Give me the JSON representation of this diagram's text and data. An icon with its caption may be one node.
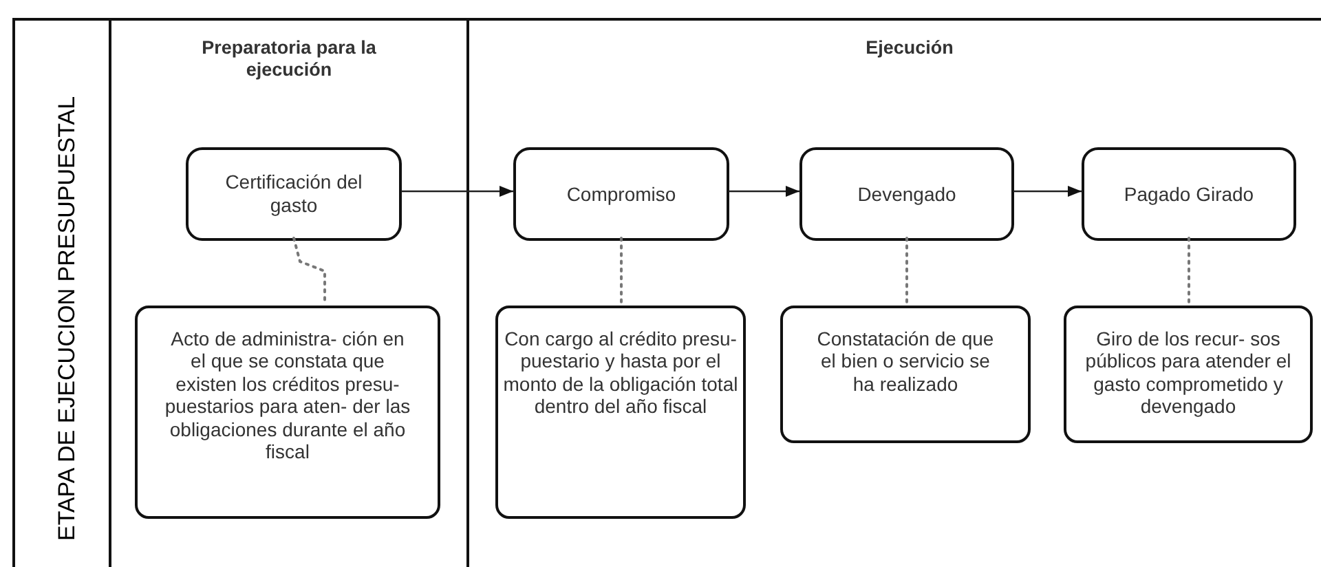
{
  "diagram": {
    "nodes": [
      {
        "text": [
          "Preparatoria para la ejecución"
        ]
      },
      {
        "text": [
          "Ejecución"
        ]
      },
      {
        "text": [
          "Certificación del gasto"
        ],
        "in": 0
      },
      {
        "text": [
          "Acto de administra- ción en el que se constata que existen los créditos presu- puestarios para aten- der las obligaciones durante el año fiscal"
        ],
        "in": 0
      },
      {
        "text": [
          "Compromiso"
        ],
        "in": 1
      },
      {
        "text": [
          "Con cargo al crédito presu- puestario y hasta por el monto de la obligación total dentro del año fiscal"
        ],
        "in": 1
      },
      {
        "text": [
          "Devengado"
        ],
        "in": 1
      },
      {
        "text": [
          "Constatación de que el bien o servicio se ha realizado"
        ],
        "in": 1
      },
      {
        "text": [
          "Pagado Girado"
        ],
        "in": 1
      },
      {
        "text": [
          "Giro de los recur- sos públicos para atender el gasto comprometido y devengado"
        ],
        "in": 1
      }
    ],
    "edges": [
      {
        "from": 2,
        "to": 4,
        "arrow": "to"
      },
      {
        "from": 4,
        "to": 6,
        "arrow": "to"
      },
      {
        "from": 6,
        "to": 8,
        "arrow": "to"
      },
      {
        "from": 2,
        "to": 3,
        "arrow": "none",
        "style": "dashed"
      },
      {
        "from": 4,
        "to": 5,
        "arrow": "none",
        "style": "dashed"
      },
      {
        "from": 6,
        "to": 7,
        "arrow": "none",
        "style": "dashed"
      },
      {
        "from": 8,
        "to": 9,
        "arrow": "none",
        "style": "dashed"
      }
    ],
    "labels": [
      "ETAPA DE EJECUCION PRESUPUESTAL"
    ]
  }
}
